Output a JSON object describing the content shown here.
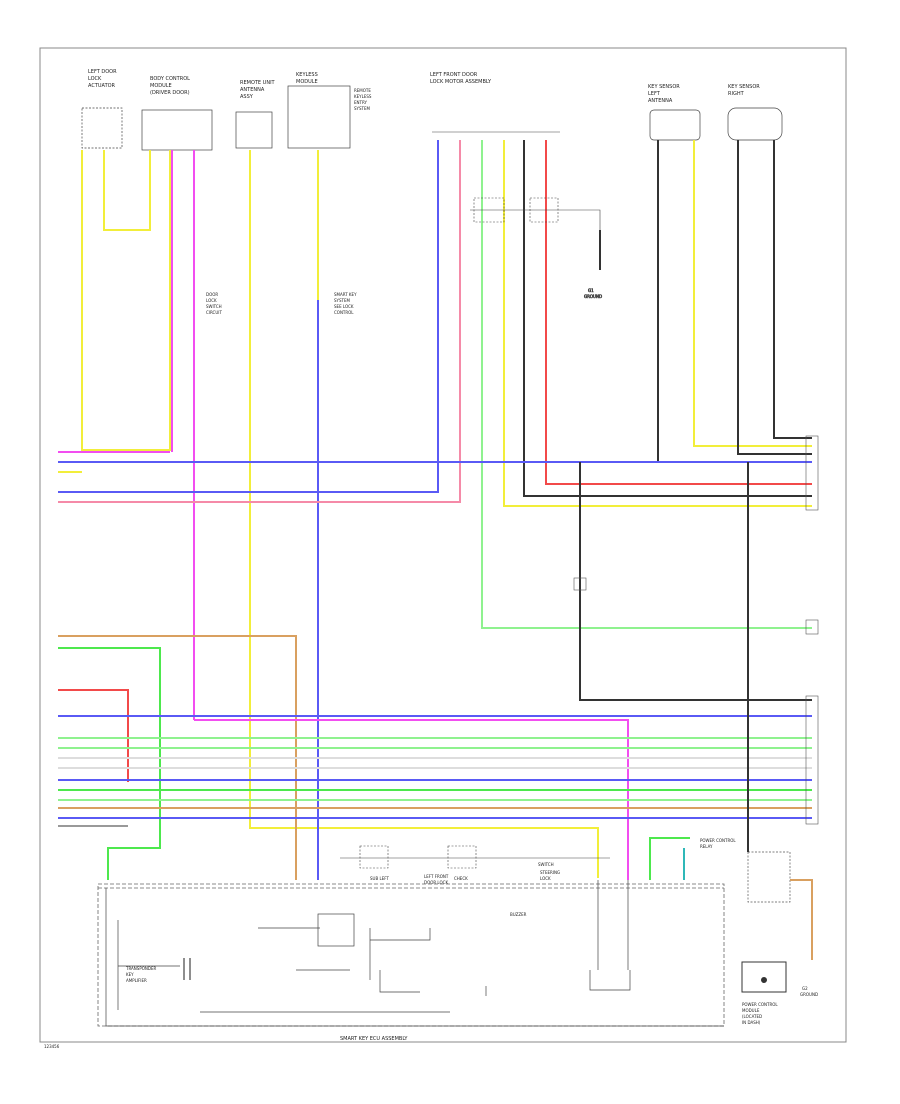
{
  "diagram": {
    "figure_id": "123456",
    "components": {
      "left_door_lock": [
        "LEFT DOOR",
        "LOCK",
        "ACTUATOR"
      ],
      "body_control": [
        "BODY CONTROL",
        "MODULE",
        "(DRIVER DOOR)"
      ],
      "remote_unit": [
        "REMOTE UNIT",
        "ANTENNA",
        "ASSY"
      ],
      "keyless_module": [
        "KEYLESS",
        "MODULE"
      ],
      "keyless_note": [
        "REMOTE",
        "KEYLESS",
        "ENTRY",
        "SYSTEM"
      ],
      "left_front_door": [
        "LEFT FRONT DOOR",
        "LOCK MOTOR ASSEMBLY"
      ],
      "key_sensor_1": [
        "KEY SENSOR",
        "LEFT",
        "ANTENNA"
      ],
      "key_sensor_2": [
        "KEY SENSOR",
        "RIGHT"
      ],
      "ground_right": [
        "G1",
        "GROUND"
      ],
      "door_note": [
        "DOOR",
        "LOCK",
        "SWITCH",
        "CIRCUIT"
      ],
      "splice_note": [
        "SMART KEY",
        "SYSTEM",
        "SEE LOCK",
        "CONTROL"
      ],
      "steering_lock": [
        "STEERING",
        "LOCK"
      ],
      "left_front_assy": [
        "LEFT FRONT",
        "DOOR LOCK"
      ],
      "sub_left": [
        "SUB LEFT"
      ],
      "sub_mid": [
        "CHECK"
      ],
      "sub_right": [
        "SWITCH"
      ],
      "power_ctrl": [
        "POWER CONTROL",
        "RELAY"
      ],
      "buzzer": [
        "BUZZER"
      ],
      "module_left": [
        "TRANSPONDER",
        "KEY",
        "AMPLIFIER"
      ],
      "ground_bottom": [
        "G2",
        "GROUND"
      ],
      "bottom_right": [
        "POWER CONTROL",
        "MODULE",
        "(LOCATED",
        "IN DASH)"
      ],
      "main_assy": "SMART KEY ECU ASSEMBLY"
    },
    "wire_colors": {
      "yellow": "#f2ee3a",
      "magenta": "#f24ef0",
      "blue": "#5a5af5",
      "red": "#f24a4a",
      "pink": "#f58aa8",
      "green": "#4de84d",
      "light_green": "#8ff28f",
      "orange": "#d9a060",
      "black": "#333333",
      "gray": "#999999",
      "white": "#dddddd",
      "cyan": "#2fb8b8"
    }
  }
}
